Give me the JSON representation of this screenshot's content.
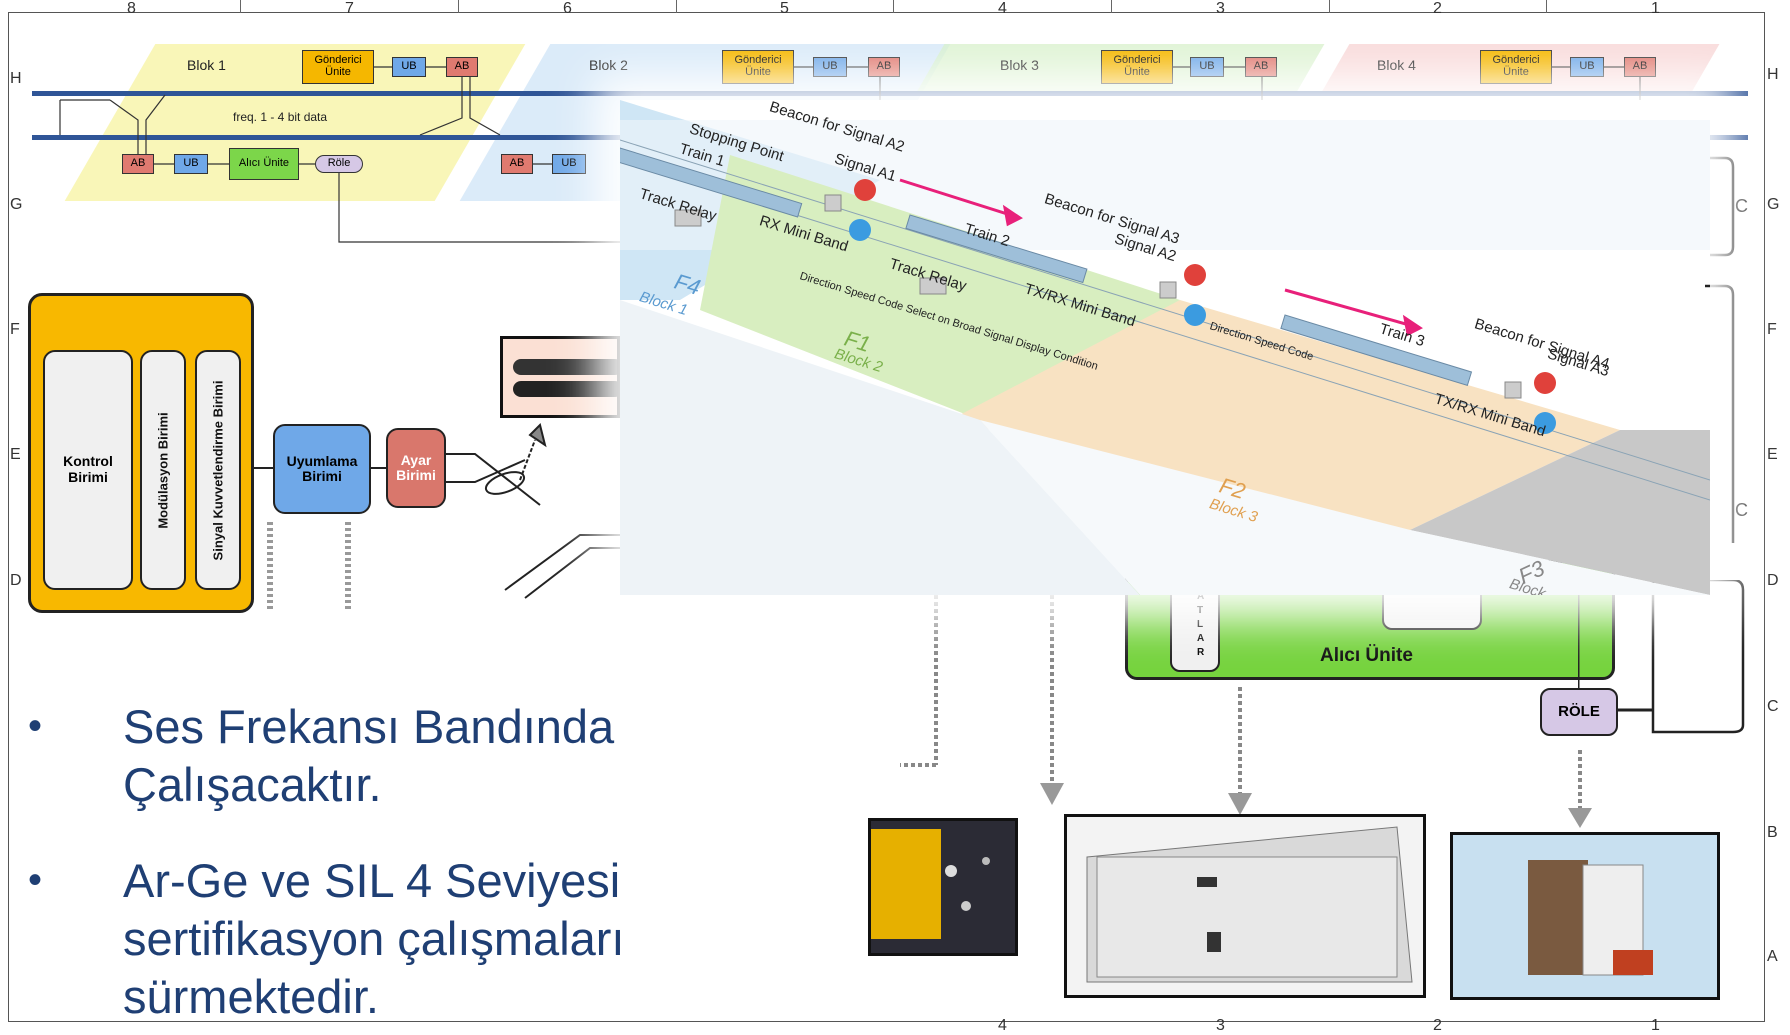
{
  "grid": {
    "top_numbers": [
      "8",
      "7",
      "6",
      "5",
      "4",
      "3",
      "2",
      "1"
    ],
    "bottom_numbers": [
      "4",
      "3",
      "2",
      "1"
    ],
    "left_letters": [
      "H",
      "G",
      "F",
      "E",
      "D",
      "C",
      "B",
      "A"
    ],
    "right_letters": [
      "H",
      "G",
      "F",
      "E",
      "D",
      "C",
      "B",
      "A"
    ]
  },
  "top_diagram": {
    "blocks": [
      {
        "label": "Blok 1",
        "sender": "Gönderici Ünite",
        "ub": "UB",
        "ab": "AB",
        "color": "#f7f3a0"
      },
      {
        "label": "Blok 2",
        "sender": "Gönderici Ünite",
        "ub": "UB",
        "ab": "AB",
        "color": "#cfe4f7"
      },
      {
        "label": "Blok 3",
        "sender": "Gönderici Ünite",
        "ub": "UB",
        "ab": "AB",
        "color": "#d6f0c8"
      },
      {
        "label": "Blok 4",
        "sender": "Gönderici Ünite",
        "ub": "UB",
        "ab": "AB",
        "color": "#f7d0d0"
      }
    ],
    "freq_label": "freq. 1 - 4 bit data",
    "lower_row": {
      "ab": "AB",
      "ub": "UB",
      "receiver": "Alıcı Ünite",
      "relay": "Röle"
    },
    "lower_row2": {
      "ab": "AB",
      "ub": "UB"
    },
    "right_c": "C"
  },
  "left_diagram": {
    "units": [
      "Kontrol Birimi",
      "Modülasyon Birimi",
      "Sinyal Kuvvetlendirme Birimi"
    ],
    "uyumlama": "Uyumlama Birimi",
    "ayar": "Ayar Birimi"
  },
  "right_diagram": {
    "receiver": "Alıcı Ünite",
    "vertical_word": "ATLAR",
    "relay": "RÖLE",
    "right_c": "C"
  },
  "overlay": {
    "labels": {
      "beacon_a2": "Beacon for Signal A2",
      "stopping_point": "Stopping Point",
      "signal_a1": "Signal A1",
      "train1": "Train 1",
      "track_relay1": "Track Relay",
      "rx_mini_band": "RX Mini Band",
      "f4": "F4",
      "block1": "Block 1",
      "beacon_a3": "Beacon for Signal A3",
      "train2": "Train 2",
      "signal_a2": "Signal A2",
      "track_relay2": "Track Relay",
      "txrx_mini_band1": "TX/RX Mini Band",
      "direction_speed_code_select": "Direction Speed Code Select on Broad Signal Display Condition",
      "f1": "F1",
      "block2": "Block 2",
      "direction_speed_code": "Direction Speed Code",
      "train3": "Train 3",
      "beacon_a4": "Beacon for Signal A4",
      "signal_a3": "Signal A3",
      "txrx_mini_band2": "TX/RX Mini Band",
      "f2": "F2",
      "block3": "Block 3",
      "f3": "F3",
      "block": "Block"
    },
    "colors": {
      "zone_blue": "#cfe6f5",
      "zone_green": "#d8eec0",
      "zone_orange": "#f8e2c2",
      "zone_gray": "#c8c8c8",
      "arrow": "#e8207a"
    }
  },
  "bullets": [
    "Ses Frekansı Bandında Çalışacaktır.",
    "Ar-Ge ve SIL 4 Seviyesi sertifikasyon çalışmaları sürmektedir."
  ],
  "bullet_lines": [
    [
      "Ses Frekansı Bandında",
      "Çalışacaktır."
    ],
    [
      "Ar-Ge ve SIL 4 Seviyesi",
      "sertifikasyon çalışmaları",
      "sürmektedir."
    ]
  ],
  "bullet_char": "•",
  "bullet_color": "#1f3f74"
}
